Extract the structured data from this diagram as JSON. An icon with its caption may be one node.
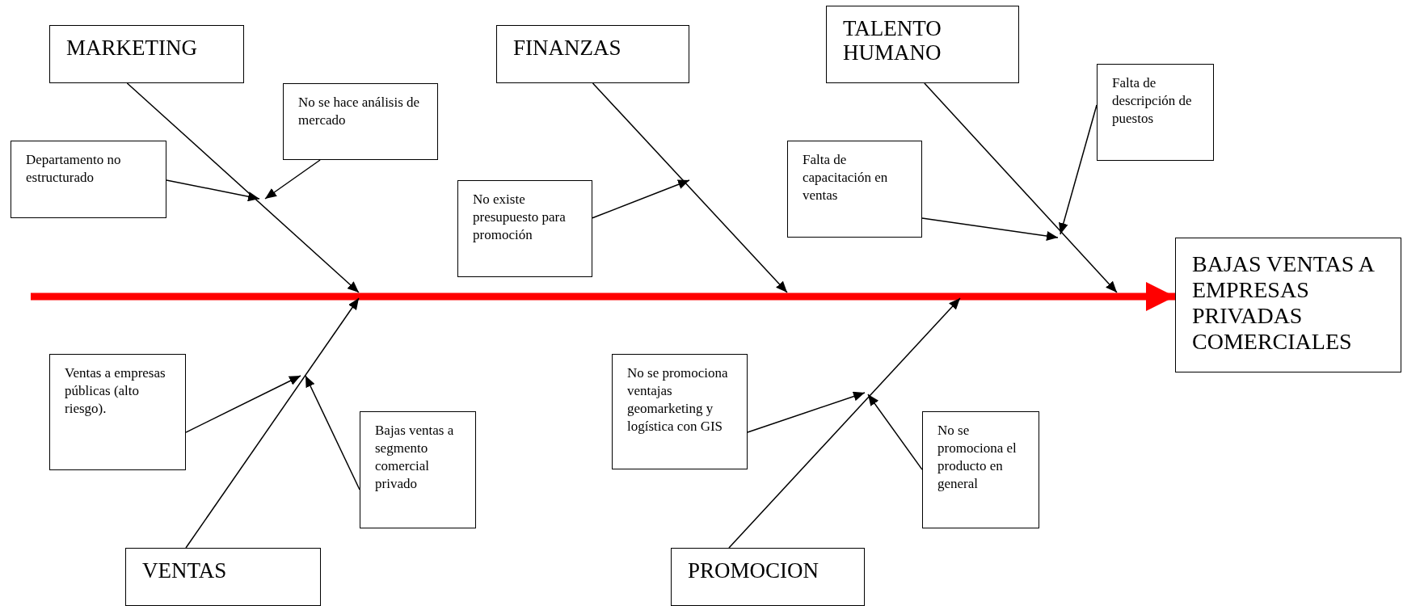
{
  "diagram": {
    "nodes": [
      {
        "text": [
          "MARKETING"
        ]
      },
      {
        "text": [
          "Departamento no estructurado"
        ]
      },
      {
        "text": [
          "No se hace análisis de mercado"
        ]
      },
      {
        "text": [
          "FINANZAS"
        ]
      },
      {
        "text": [
          "No existe presupuesto para promoción"
        ]
      },
      {
        "text": [
          "TALENTO HUMANO"
        ]
      },
      {
        "text": [
          "Falta de descripción de puestos"
        ]
      },
      {
        "text": [
          "Falta de capacitación en ventas"
        ]
      },
      {
        "text": [
          "BAJAS VENTAS A EMPRESAS PRIVADAS COMERCIALES"
        ]
      },
      {
        "text": [
          "Ventas a empresas públicas (alto riesgo)."
        ]
      },
      {
        "text": [
          "Bajas ventas a segmento comercial privado"
        ]
      },
      {
        "text": [
          "No se promociona ventajas geomarketing y logística con GIS"
        ]
      },
      {
        "text": [
          "No se promociona el producto en general"
        ]
      },
      {
        "text": [
          "VENTAS"
        ]
      },
      {
        "text": [
          "PROMOCION"
        ]
      }
    ],
    "edges": [
      {
        "from": 1,
        "to": null,
        "arrow": "to"
      },
      {
        "from": 2,
        "to": null,
        "arrow": "to"
      },
      {
        "from": 0,
        "to": null,
        "arrow": "to"
      },
      {
        "from": 4,
        "to": null,
        "arrow": "to"
      },
      {
        "from": 3,
        "to": null,
        "arrow": "to"
      },
      {
        "from": 6,
        "to": null,
        "arrow": "to"
      },
      {
        "from": 7,
        "to": null,
        "arrow": "to"
      },
      {
        "from": 5,
        "to": null,
        "arrow": "to"
      },
      {
        "from": null,
        "to": 8,
        "arrow": "to",
        "style": "thick",
        "color": "#ff0000"
      },
      {
        "from": 9,
        "to": null,
        "arrow": "to"
      },
      {
        "from": 10,
        "to": null,
        "arrow": "to"
      },
      {
        "from": 13,
        "to": null,
        "arrow": "to"
      },
      {
        "from": 11,
        "to": null,
        "arrow": "to"
      },
      {
        "from": 12,
        "to": null,
        "arrow": "to"
      },
      {
        "from": 14,
        "to": null,
        "arrow": "to"
      }
    ]
  }
}
